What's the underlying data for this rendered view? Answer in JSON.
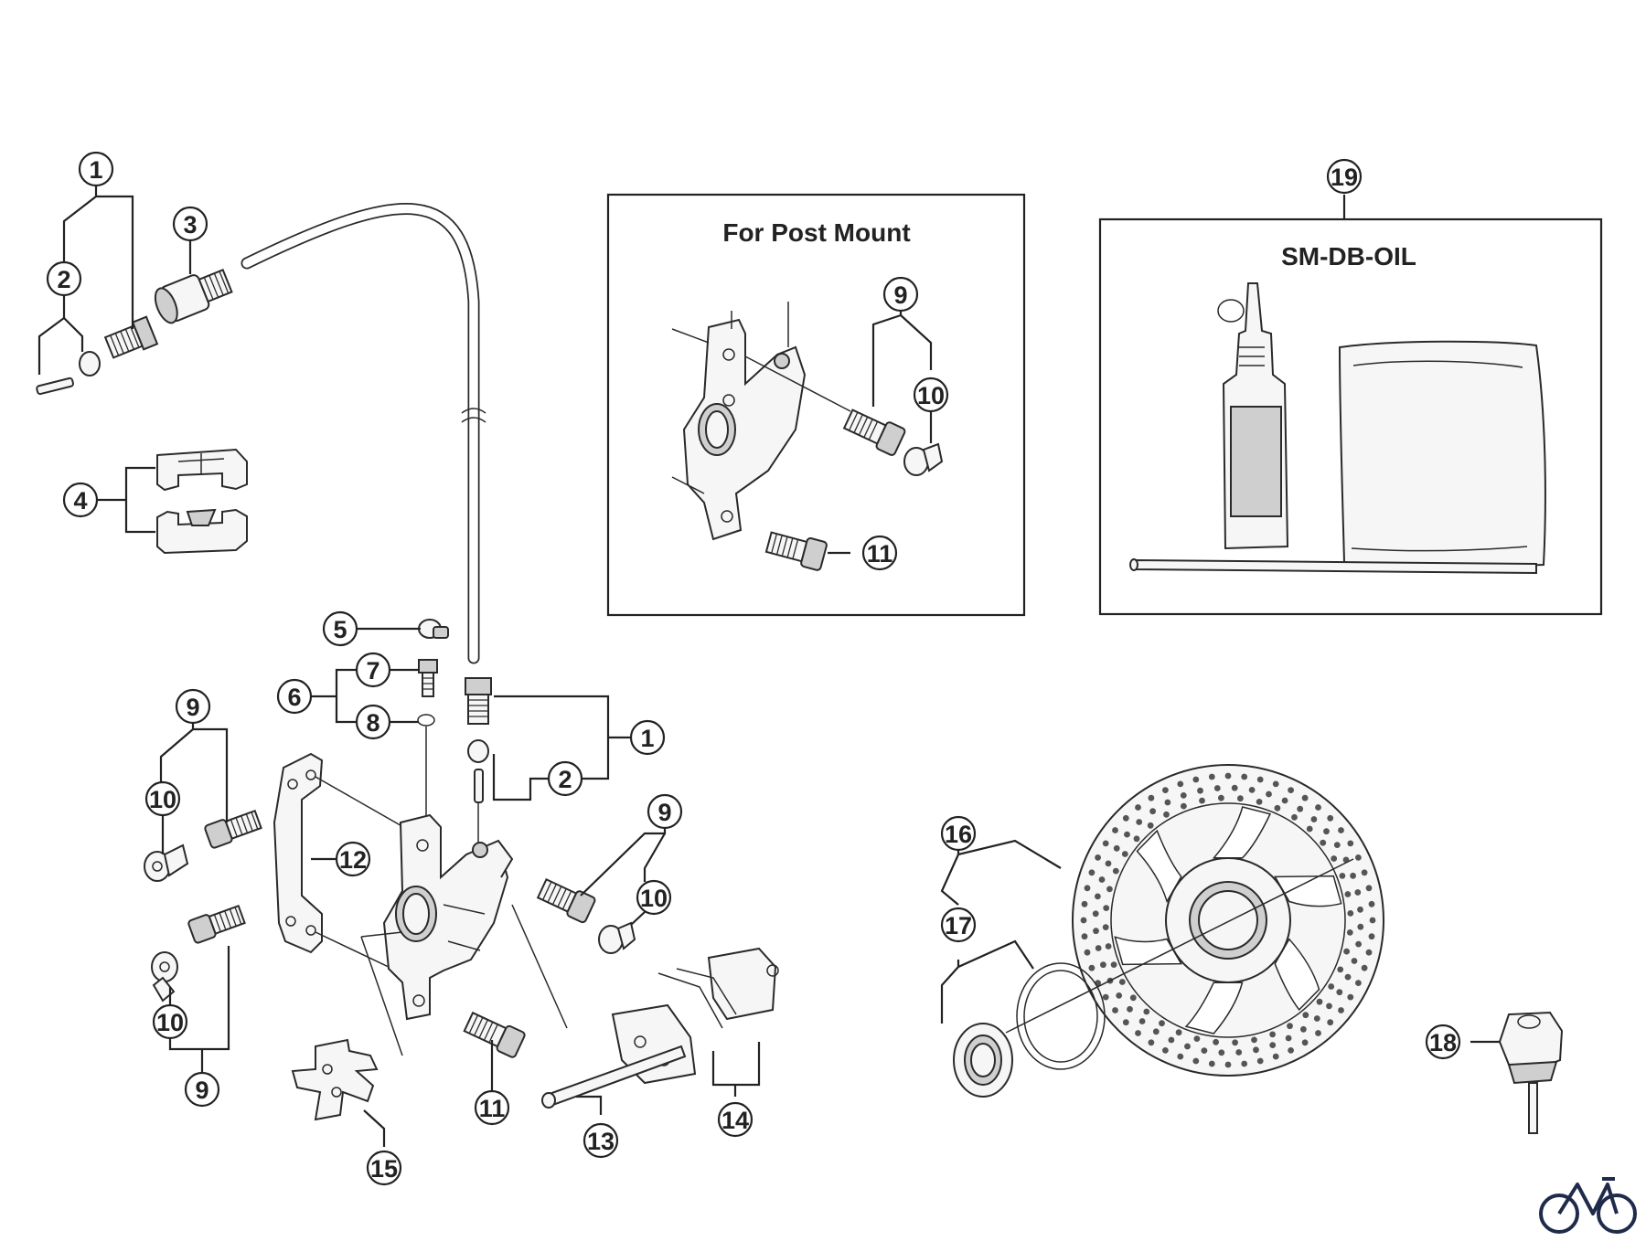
{
  "boxes": {
    "post_mount": {
      "title": "For Post Mount"
    },
    "oil": {
      "title": "SM-DB-OIL"
    }
  },
  "callouts": {
    "c1a": "1",
    "c2a": "2",
    "c3": "3",
    "c4": "4",
    "c5": "5",
    "c6": "6",
    "c7": "7",
    "c8": "8",
    "c1b": "1",
    "c2b": "2",
    "c9a": "9",
    "c10a": "10",
    "c12": "12",
    "c10b": "10",
    "c9b": "9",
    "c9c": "9",
    "c10c": "10",
    "c11a": "11",
    "c13": "13",
    "c14": "14",
    "c15": "15",
    "c9p": "9",
    "c10p": "10",
    "c11p": "11",
    "c16": "16",
    "c17": "17",
    "c18": "18",
    "c19": "19"
  },
  "icons": {
    "corner_logo": "bicycle-icon"
  },
  "colors": {
    "line": "#222222",
    "fill": "#f6f6f6",
    "shade": "#cfcfcf"
  }
}
